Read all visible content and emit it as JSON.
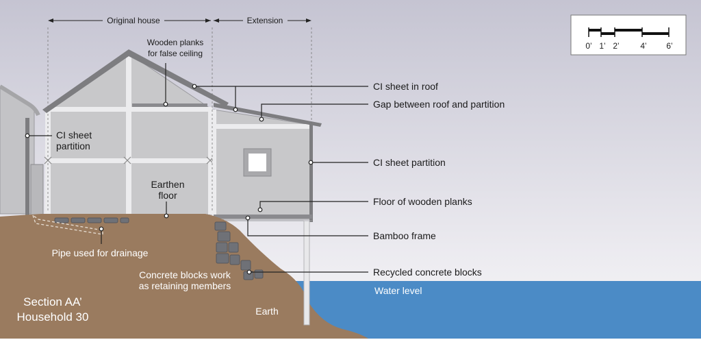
{
  "sections": {
    "original": "Original house",
    "extension": "Extension"
  },
  "scale": {
    "ticks": [
      "0’",
      "1’",
      "2’",
      "4’",
      "6’"
    ]
  },
  "labels": {
    "wooden_planks_1": "Wooden planks",
    "wooden_planks_2": "for false ceiling",
    "ci_roof": "CI sheet in roof",
    "gap": "Gap between roof and partition",
    "ci_partition_left_1": "CI sheet",
    "ci_partition_left_2": "partition",
    "ci_partition_right": "CI sheet partition",
    "earthen_1": "Earthen",
    "earthen_2": "floor",
    "floor_planks": "Floor of wooden planks",
    "bamboo": "Bamboo frame",
    "pipe": "Pipe used for drainage",
    "concrete_ret_1": "Concrete blocks work",
    "concrete_ret_2": "as retaining members",
    "recycled": "Recycled concrete blocks",
    "water": "Water level",
    "earth": "Earth",
    "section_1": "Section AA’",
    "section_2": "Household 30"
  },
  "colors": {
    "sky_top": "#c9c8d5",
    "sky_bottom": "#f4f4f6",
    "wall": "#c8c8ca",
    "frame": "#eeeef0",
    "roof": "#7d7d80",
    "earth": "#9a7b5f",
    "water": "#4b8bc6"
  }
}
